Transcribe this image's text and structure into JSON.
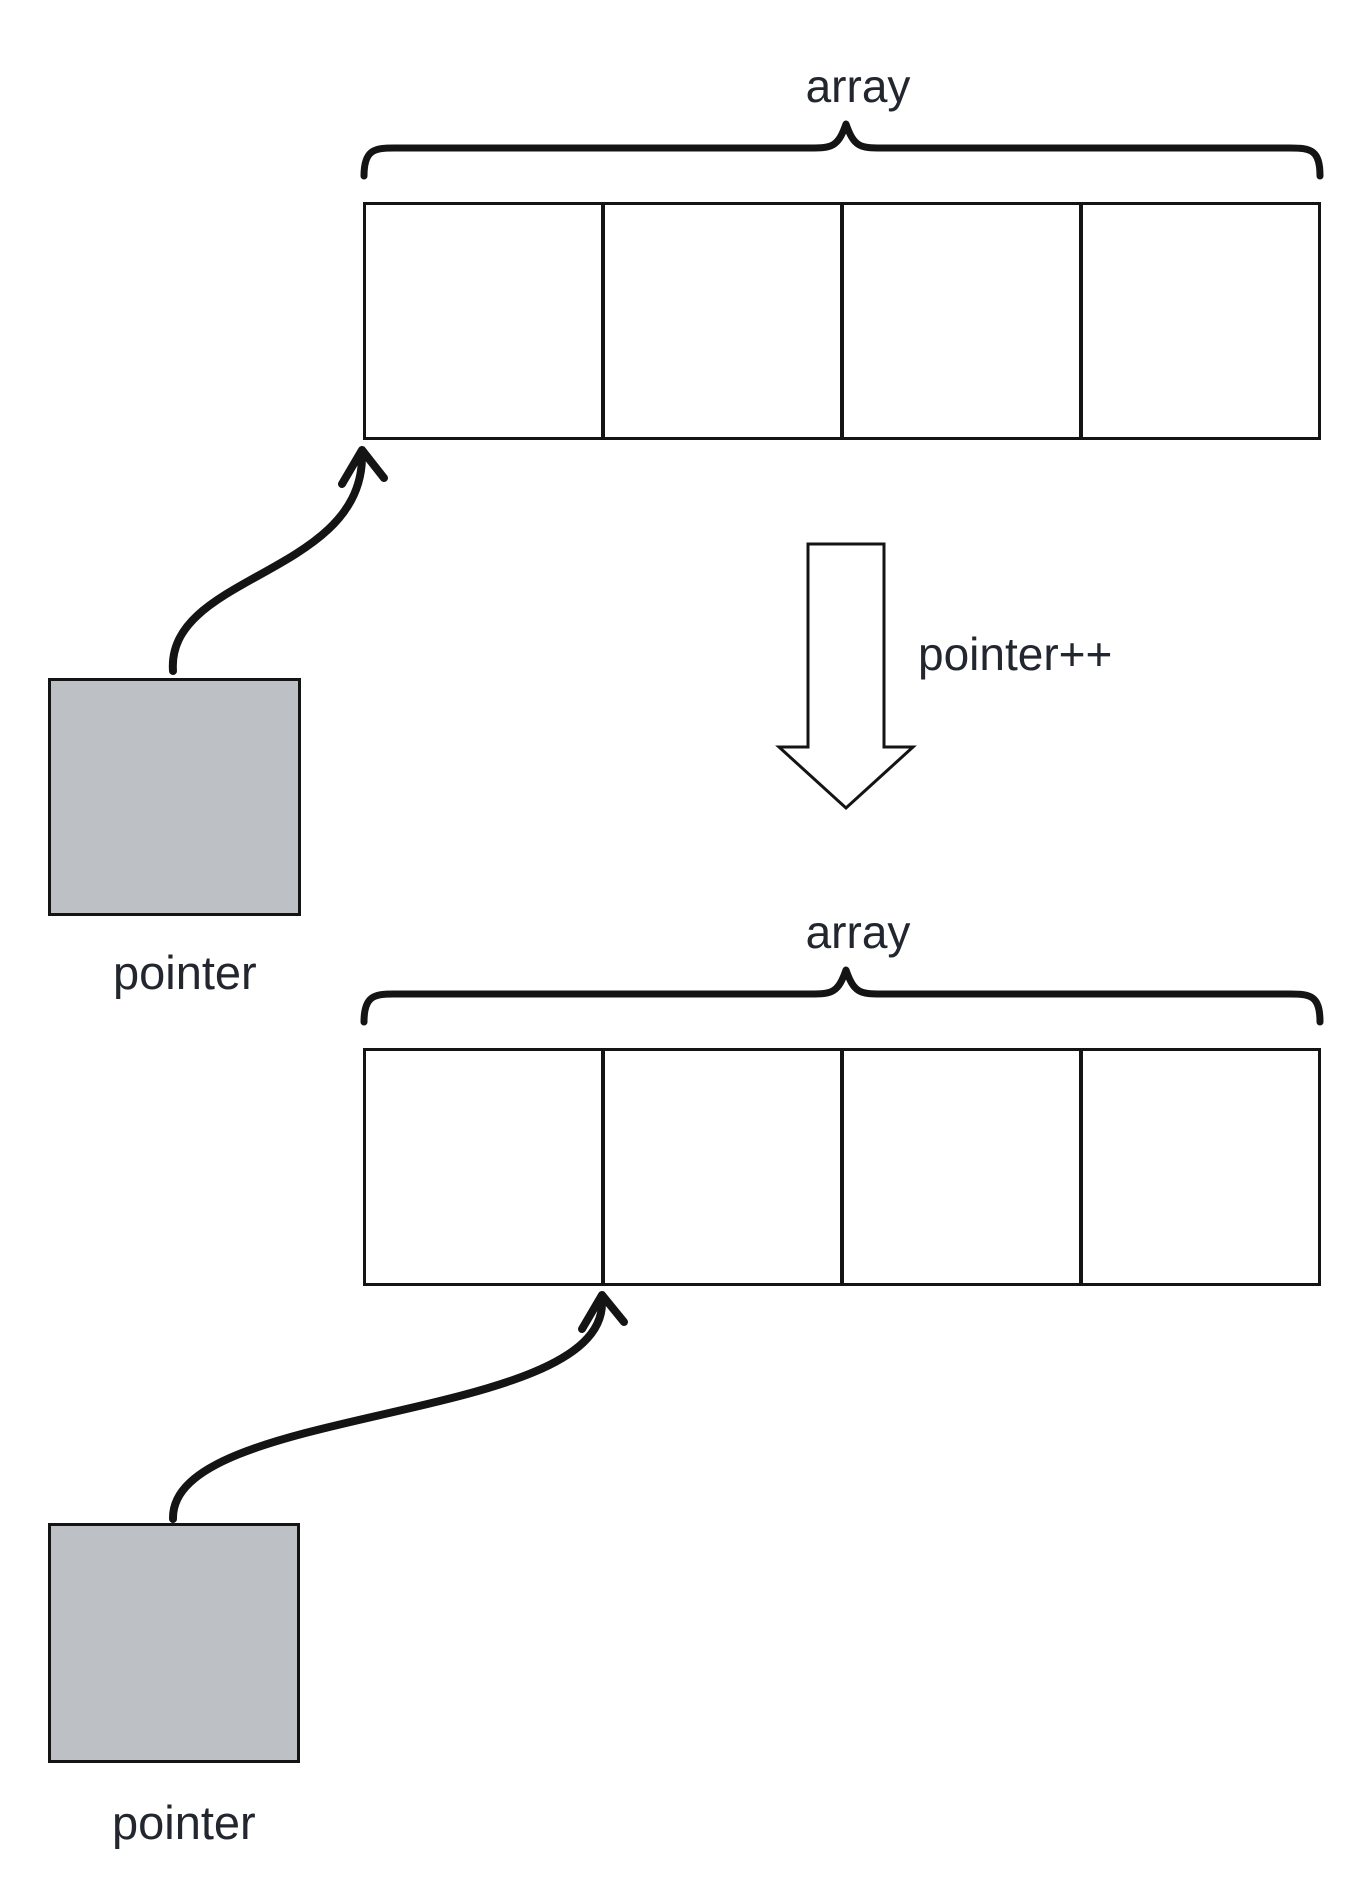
{
  "page": {
    "background": "#ffffff"
  },
  "colors": {
    "line": "#141414",
    "text": "#22262e",
    "pointer_box_fill": "#bdc0c5"
  },
  "top_section": {
    "array_label": "array",
    "cells": [
      "",
      "",
      "",
      ""
    ],
    "pointer_label": "pointer"
  },
  "transition": {
    "label": "pointer++"
  },
  "bottom_section": {
    "array_label": "array",
    "cells": [
      "",
      "",
      "",
      ""
    ],
    "pointer_label": "pointer"
  }
}
